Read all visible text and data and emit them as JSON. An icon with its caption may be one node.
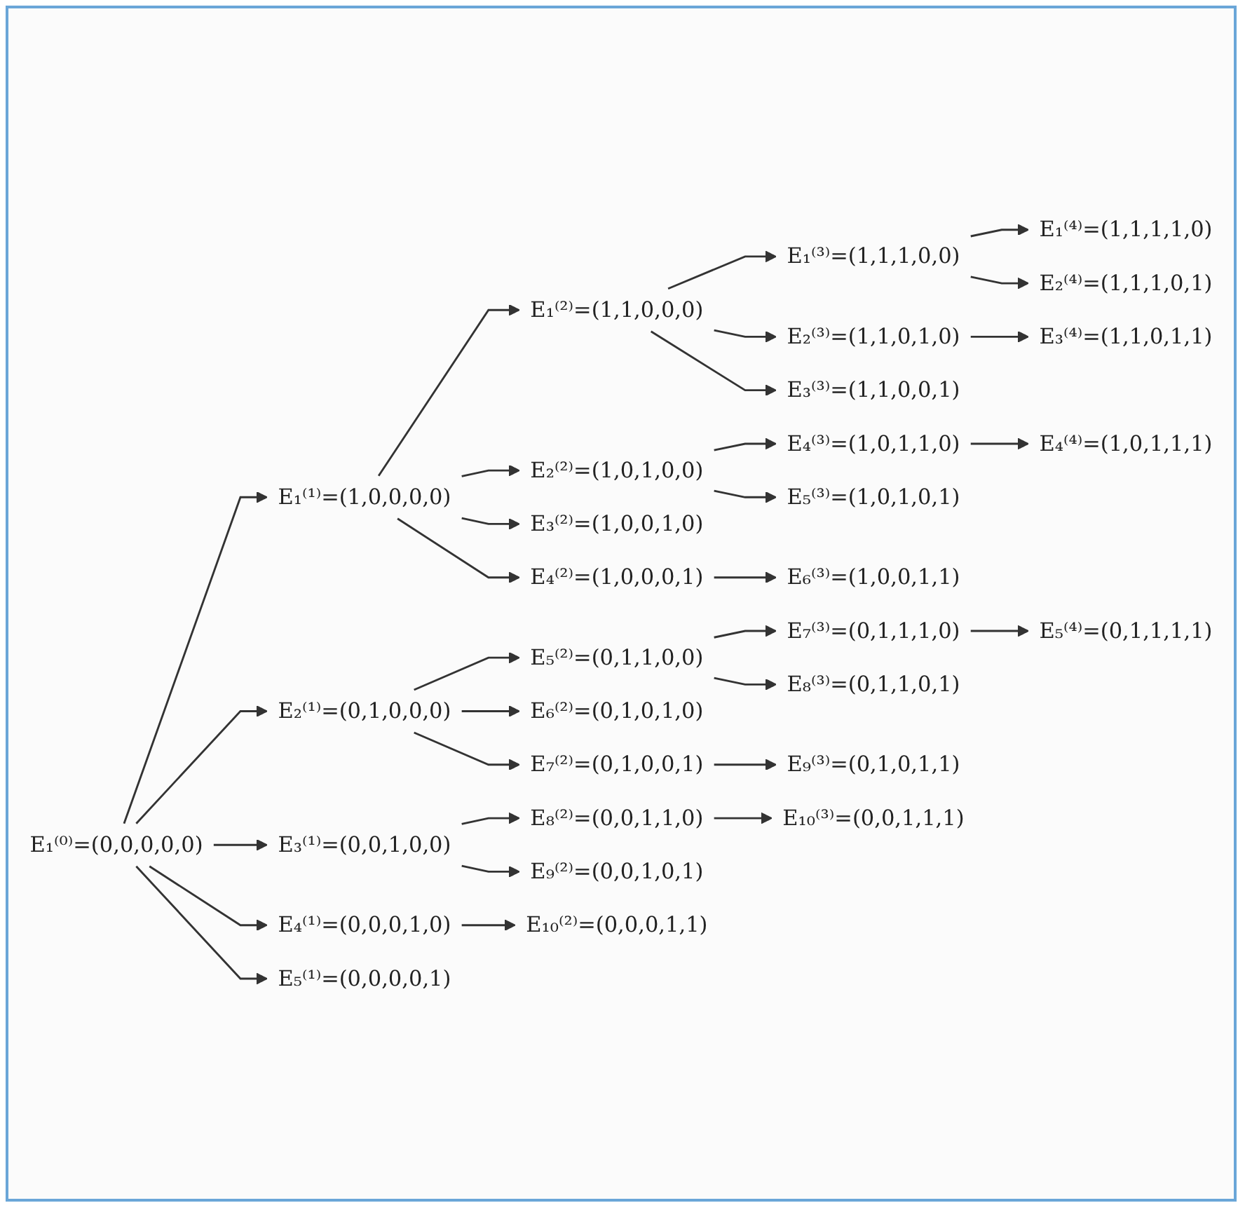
{
  "diagram": {
    "nodes": [
      {
        "text": [
          "E₁⁽⁰⁾=(0,0,0,0,0)"
        ]
      },
      {
        "text": [
          "E₁⁽¹⁾=(1,0,0,0,0)"
        ]
      },
      {
        "text": [
          "E₂⁽¹⁾=(0,1,0,0,0)"
        ]
      },
      {
        "text": [
          "E₃⁽¹⁾=(0,0,1,0,0)"
        ]
      },
      {
        "text": [
          "E₄⁽¹⁾=(0,0,0,1,0)"
        ]
      },
      {
        "text": [
          "E₅⁽¹⁾=(0,0,0,0,1)"
        ]
      },
      {
        "text": [
          "E₁⁽²⁾=(1,1,0,0,0)"
        ]
      },
      {
        "text": [
          "E₂⁽²⁾=(1,0,1,0,0)"
        ]
      },
      {
        "text": [
          "E₃⁽²⁾=(1,0,0,1,0)"
        ]
      },
      {
        "text": [
          "E₄⁽²⁾=(1,0,0,0,1)"
        ]
      },
      {
        "text": [
          "E₅⁽²⁾=(0,1,1,0,0)"
        ]
      },
      {
        "text": [
          "E₆⁽²⁾=(0,1,0,1,0)"
        ]
      },
      {
        "text": [
          "E₇⁽²⁾=(0,1,0,0,1)"
        ]
      },
      {
        "text": [
          "E₈⁽²⁾=(0,0,1,1,0)"
        ]
      },
      {
        "text": [
          "E₉⁽²⁾=(0,0,1,0,1)"
        ]
      },
      {
        "text": [
          "E₁₀⁽²⁾=(0,0,0,1,1)"
        ]
      },
      {
        "text": [
          "E₁⁽³⁾=(1,1,1,0,0)"
        ]
      },
      {
        "text": [
          "E₂⁽³⁾=(1,1,0,1,0)"
        ]
      },
      {
        "text": [
          "E₃⁽³⁾=(1,1,0,0,1)"
        ]
      },
      {
        "text": [
          "E₄⁽³⁾=(1,0,1,1,0)"
        ]
      },
      {
        "text": [
          "E₅⁽³⁾=(1,0,1,0,1)"
        ]
      },
      {
        "text": [
          "E₆⁽³⁾=(1,0,0,1,1)"
        ]
      },
      {
        "text": [
          "E₇⁽³⁾=(0,1,1,1,0)"
        ]
      },
      {
        "text": [
          "E₈⁽³⁾=(0,1,1,0,1)"
        ]
      },
      {
        "text": [
          "E₉⁽³⁾=(0,1,0,1,1)"
        ]
      },
      {
        "text": [
          "E₁₀⁽³⁾=(0,0,1,1,1)"
        ]
      },
      {
        "text": [
          "E₁⁽⁴⁾=(1,1,1,1,0)"
        ]
      },
      {
        "text": [
          "E₂⁽⁴⁾=(1,1,1,0,1)"
        ]
      },
      {
        "text": [
          "E₃⁽⁴⁾=(1,1,0,1,1)"
        ]
      },
      {
        "text": [
          "E₄⁽⁴⁾=(1,0,1,1,1)"
        ]
      },
      {
        "text": [
          "E₅⁽⁴⁾=(0,1,1,1,1)"
        ]
      }
    ],
    "edges": [
      {
        "from": 0,
        "to": 1,
        "arrow": "to"
      },
      {
        "from": 0,
        "to": 2,
        "arrow": "to"
      },
      {
        "from": 0,
        "to": 3,
        "arrow": "to"
      },
      {
        "from": 0,
        "to": 4,
        "arrow": "to"
      },
      {
        "from": 0,
        "to": 5,
        "arrow": "to"
      },
      {
        "from": 1,
        "to": 6,
        "arrow": "to"
      },
      {
        "from": 1,
        "to": 7,
        "arrow": "to"
      },
      {
        "from": 1,
        "to": 8,
        "arrow": "to"
      },
      {
        "from": 1,
        "to": 9,
        "arrow": "to"
      },
      {
        "from": 2,
        "to": 10,
        "arrow": "to"
      },
      {
        "from": 2,
        "to": 11,
        "arrow": "to"
      },
      {
        "from": 2,
        "to": 12,
        "arrow": "to"
      },
      {
        "from": 3,
        "to": 13,
        "arrow": "to"
      },
      {
        "from": 3,
        "to": 14,
        "arrow": "to"
      },
      {
        "from": 4,
        "to": 15,
        "arrow": "to"
      },
      {
        "from": 6,
        "to": 16,
        "arrow": "to"
      },
      {
        "from": 6,
        "to": 17,
        "arrow": "to"
      },
      {
        "from": 6,
        "to": 18,
        "arrow": "to"
      },
      {
        "from": 7,
        "to": 19,
        "arrow": "to"
      },
      {
        "from": 7,
        "to": 20,
        "arrow": "to"
      },
      {
        "from": 9,
        "to": 21,
        "arrow": "to"
      },
      {
        "from": 10,
        "to": 22,
        "arrow": "to"
      },
      {
        "from": 10,
        "to": 23,
        "arrow": "to"
      },
      {
        "from": 12,
        "to": 24,
        "arrow": "to"
      },
      {
        "from": 13,
        "to": 25,
        "arrow": "to"
      },
      {
        "from": 16,
        "to": 26,
        "arrow": "to"
      },
      {
        "from": 16,
        "to": 27,
        "arrow": "to"
      },
      {
        "from": 17,
        "to": 28,
        "arrow": "to"
      },
      {
        "from": 19,
        "to": 29,
        "arrow": "to"
      },
      {
        "from": 22,
        "to": 30,
        "arrow": "to"
      }
    ]
  }
}
